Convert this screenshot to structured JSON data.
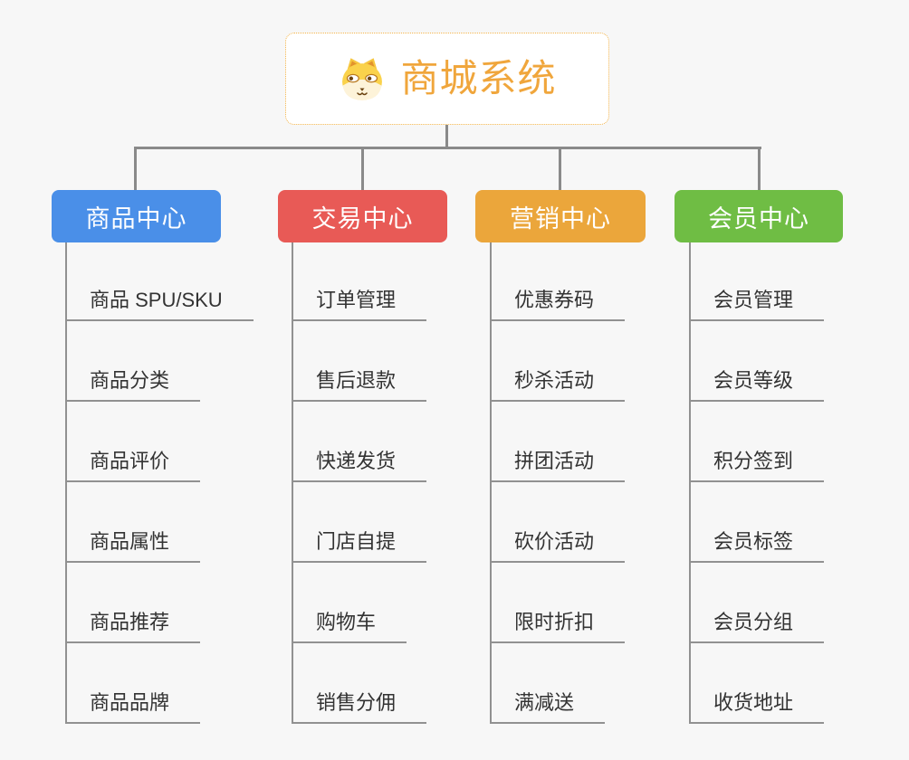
{
  "root": {
    "title": "商城系统",
    "icon": "dog-face-icon",
    "title_color": "#f0a63c",
    "border_color": "#f3b44a",
    "background": "#ffffff"
  },
  "branches": [
    {
      "label": "商品中心",
      "color": "#4a8fe8",
      "items": [
        "商品 SPU/SKU",
        "商品分类",
        "商品评价",
        "商品属性",
        "商品推荐",
        "商品品牌"
      ]
    },
    {
      "label": "交易中心",
      "color": "#e85a56",
      "items": [
        "订单管理",
        "售后退款",
        "快递发货",
        "门店自提",
        "购物车",
        "销售分佣"
      ]
    },
    {
      "label": "营销中心",
      "color": "#eba63b",
      "items": [
        "优惠券码",
        "秒杀活动",
        "拼团活动",
        "砍价活动",
        "限时折扣",
        "满减送"
      ]
    },
    {
      "label": "会员中心",
      "color": "#6fbd44",
      "items": [
        "会员管理",
        "会员等级",
        "积分签到",
        "会员标签",
        "会员分组",
        "收货地址"
      ]
    }
  ],
  "colors": {
    "background": "#f7f7f7",
    "connector": "#8a8a8a",
    "leaf_line": "#919191",
    "leaf_text": "#333333"
  }
}
